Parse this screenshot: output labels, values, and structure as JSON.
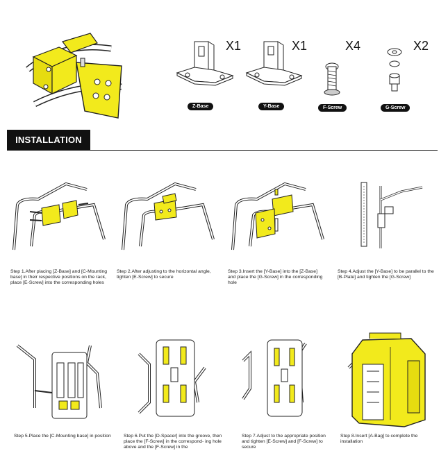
{
  "parts": [
    {
      "label": "Z-Base",
      "qty": "X1"
    },
    {
      "label": "Y-Base",
      "qty": "X1"
    },
    {
      "label": "F-Screw",
      "qty": "X4"
    },
    {
      "label": "G-Screw",
      "qty": "X2"
    }
  ],
  "section_title": "INSTALLATION",
  "steps": [
    {
      "text": "Step 1.After placing [Z-Base] and [C-Mounting base] in their respective positions on the rack, place [E-Screw] into the corresponding holes"
    },
    {
      "text": "Step 2.After adjusting to the horizontal angle, tighten [E-Screw] to secure"
    },
    {
      "text": "Step 3.Insert the [Y-Base] into the [Z-Base] and place the [G-Screw] in the corresponding hole"
    },
    {
      "text": "Step 4.Adjust the [Y-Base] to be parallel to the [B-Plate] and tighten the [G-Screw]"
    },
    {
      "text": "Step 5.Place the [C-Mounting base] in position"
    },
    {
      "text": "Step 6.Put the [D-Spacer] into the groove, then place the [F-Screw] in the correspond- ing hole above and the [F-Screw] in the"
    },
    {
      "text": "Step 7.Adjust to the appropriate position and tighten [E-Screw] and [F-Screw] to secure"
    },
    {
      "text": "Step 8.Insert [A-Bag] to complete the installation"
    }
  ],
  "colors": {
    "accent_yellow": "#f2ea1c",
    "line": "#222222",
    "label_bg": "#111111"
  }
}
